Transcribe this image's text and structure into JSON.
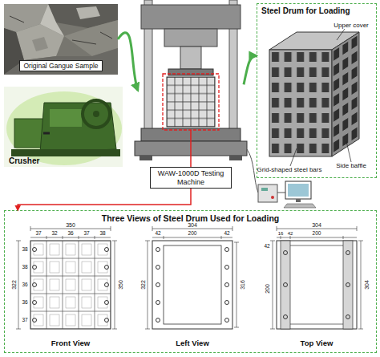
{
  "diagram": {
    "nodes": [
      {
        "text": [
          "Original Gangue Sample"
        ]
      },
      {
        "text": [
          "Crusher"
        ]
      },
      {
        "text": [
          "WAW-1000D Testing Machine"
        ]
      },
      {
        "text": [
          "Steel Drum for Loading"
        ]
      },
      {
        "text": [
          "Three Views of Steel Drum Used for Loading"
        ]
      }
    ],
    "edges": [
      {
        "from": 0,
        "to": 2,
        "arrow": "to"
      },
      {
        "from": 2,
        "to": 3,
        "arrow": "to"
      },
      {
        "from": 2,
        "to": 4,
        "arrow": "to"
      }
    ],
    "labels": [
      "Upper cover",
      "Grid-shaped steel bars",
      "Side baffle",
      "Front View",
      "Left View",
      "Top View",
      "350",
      "37",
      "32",
      "36",
      "37",
      "38",
      "38",
      "38",
      "36",
      "36",
      "37",
      "322",
      "350",
      "304",
      "42",
      "200",
      "42",
      "322",
      "316",
      "16",
      "42",
      "200",
      "304",
      "42",
      "200",
      "304"
    ]
  }
}
